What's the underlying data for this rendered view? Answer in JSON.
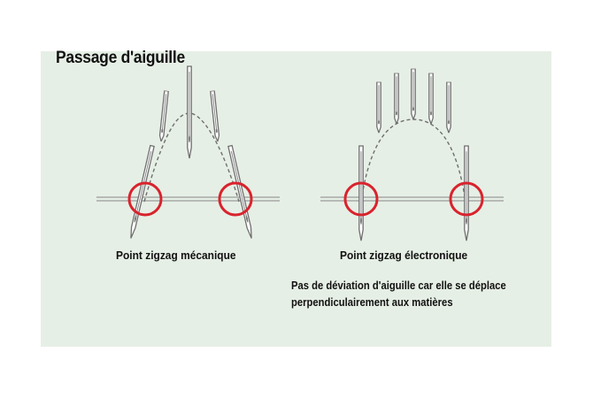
{
  "title": "Passage d'aiguille",
  "captions": {
    "mechanical": "Point zigzag mécanique",
    "electronic": "Point zigzag électronique"
  },
  "note_lines": [
    "Pas de déviation d'aiguille car elle se déplace",
    "perpendiculairement aux matières"
  ],
  "colors": {
    "panel_background": "#e6efe5",
    "circle": "#d9232d",
    "needle": "#777777"
  }
}
